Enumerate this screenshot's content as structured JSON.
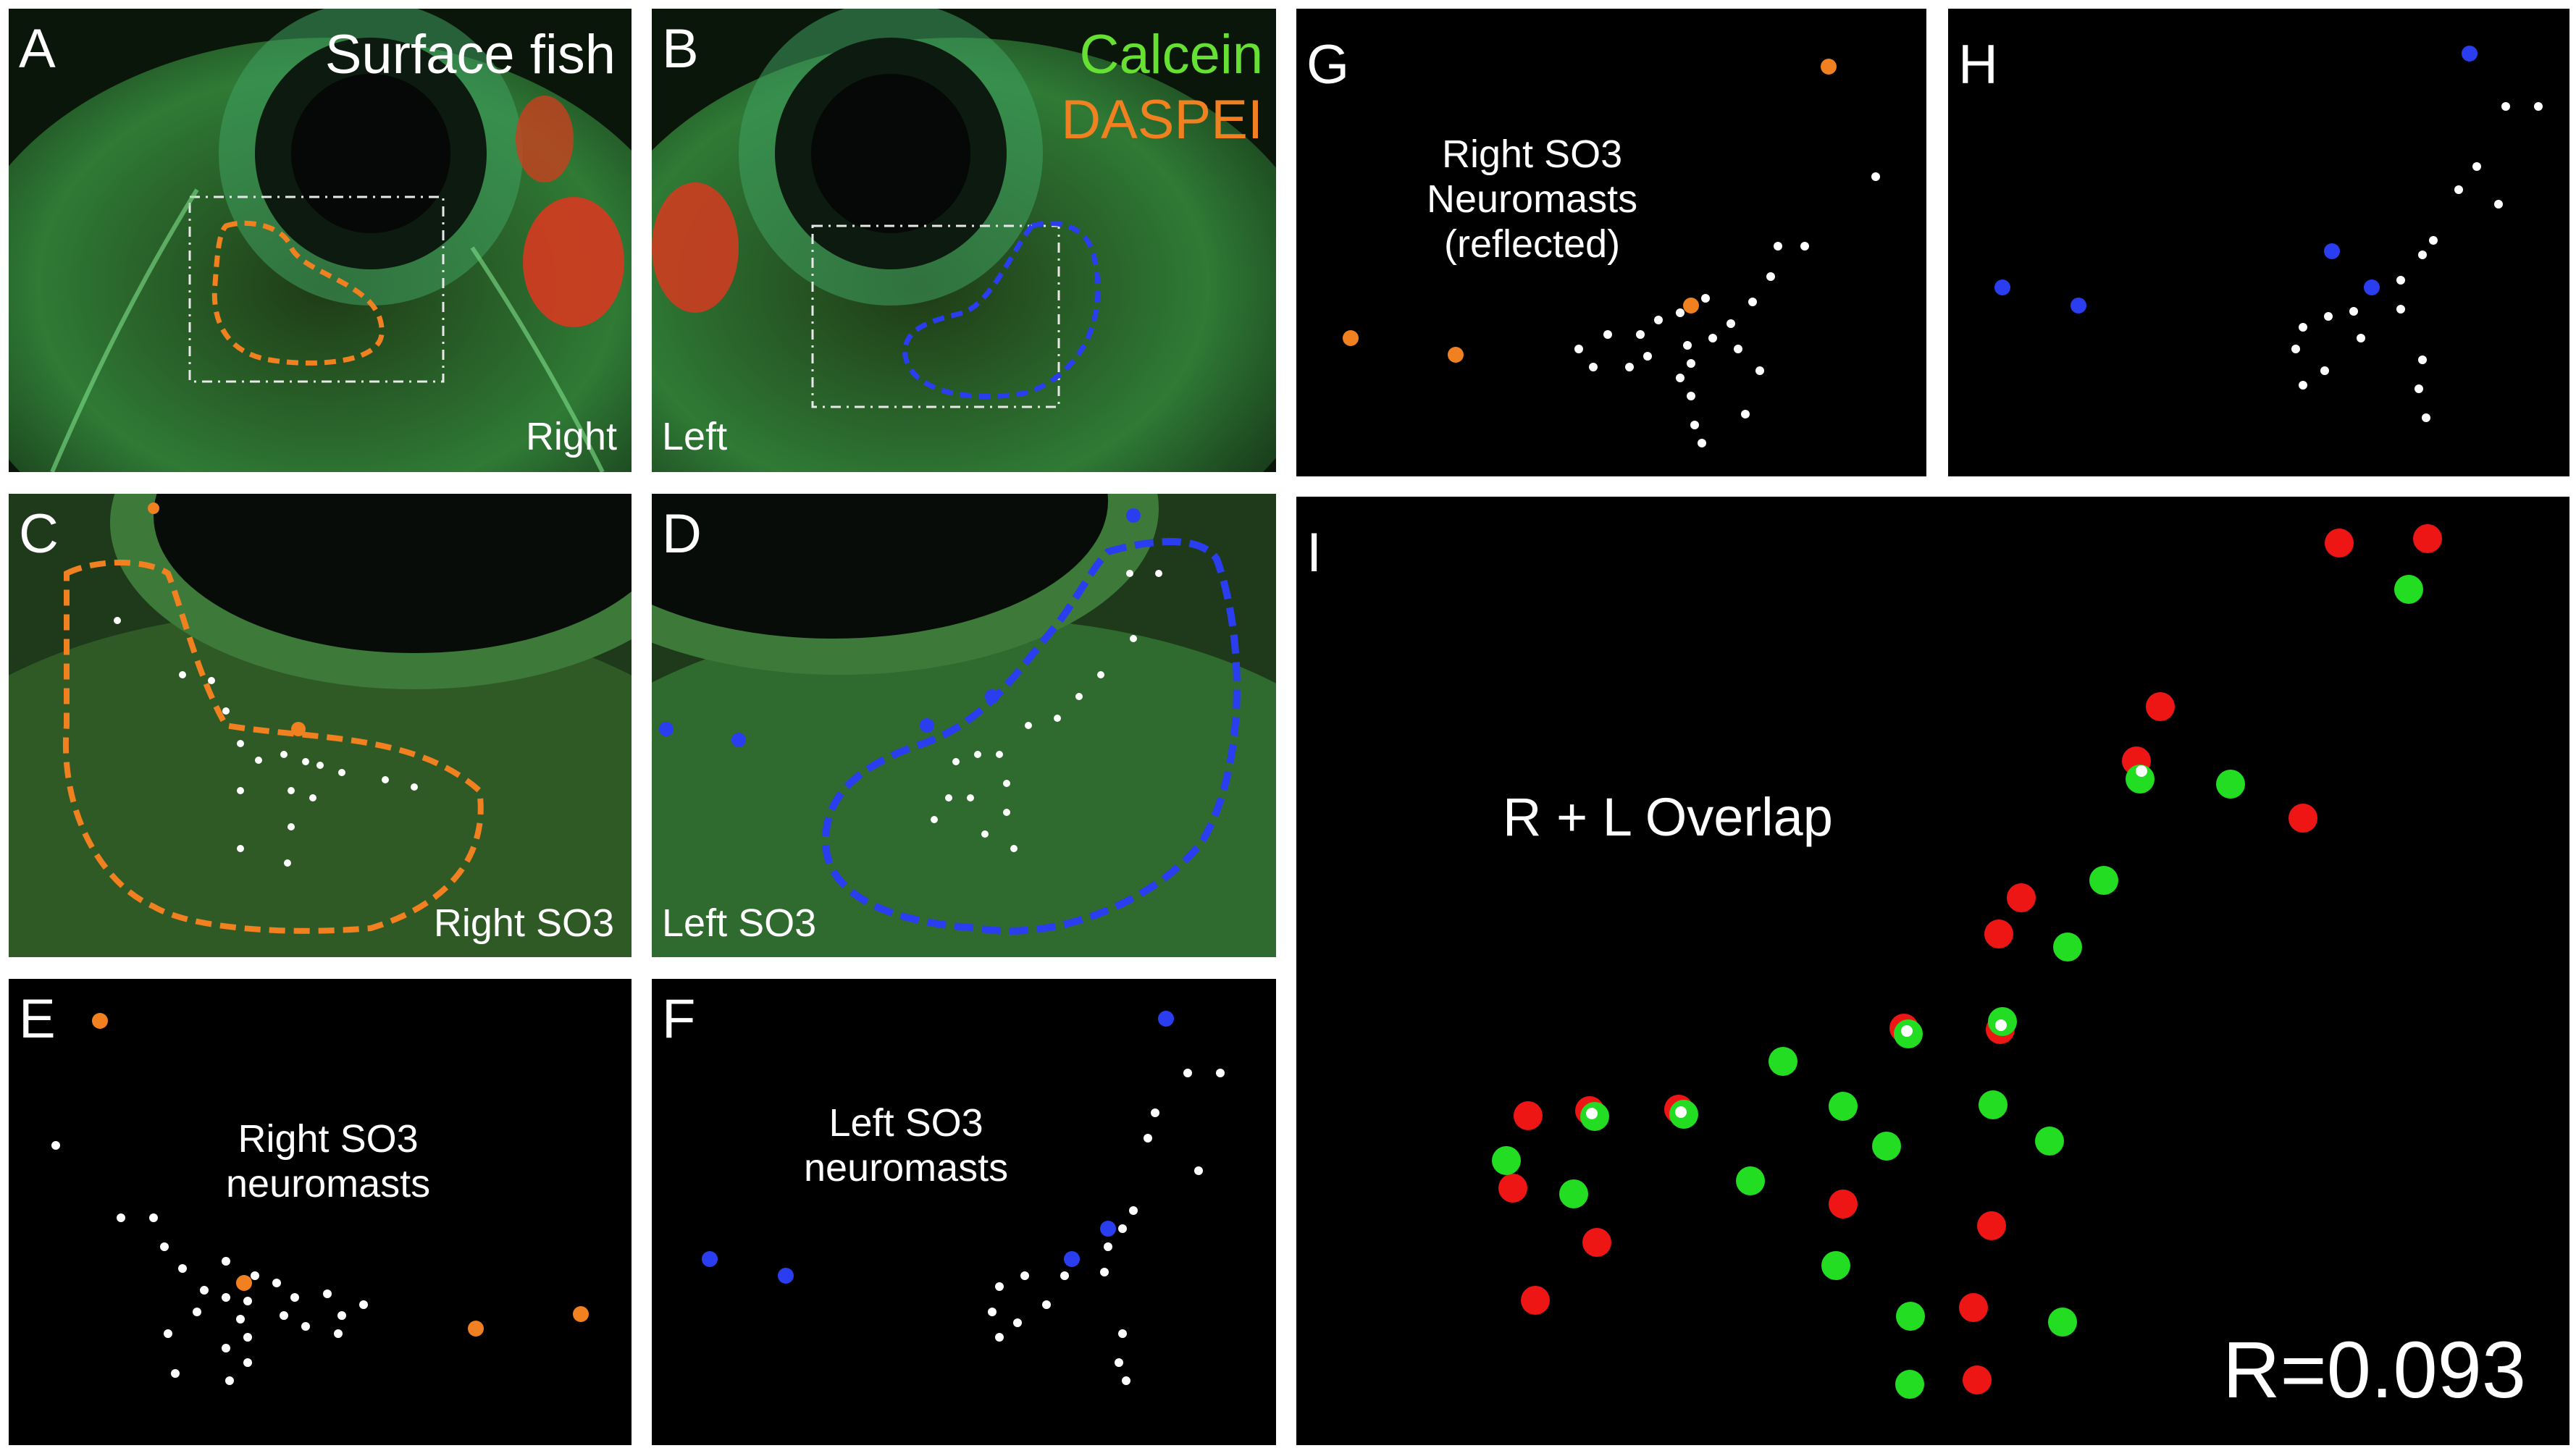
{
  "colors": {
    "calcein": "#66e033",
    "daspei": "#f08020",
    "left_marker": "#2a3ef0",
    "neuromast": "#ffffff",
    "overlap_right": "#ee1515",
    "overlap_left": "#22dd22"
  },
  "panels": {
    "A": {
      "letter": "A",
      "title": "Surface fish",
      "side": "Right"
    },
    "B": {
      "letter": "B",
      "legend_calcein": "Calcein",
      "legend_daspei": "DASPEI",
      "side": "Left"
    },
    "C": {
      "letter": "C",
      "label": "Right SO3"
    },
    "D": {
      "letter": "D",
      "label": "Left SO3"
    },
    "E": {
      "letter": "E",
      "caption_line1": "Right SO3",
      "caption_line2": "neuromasts"
    },
    "F": {
      "letter": "F",
      "caption_line1": "Left SO3",
      "caption_line2": "neuromasts"
    },
    "G": {
      "letter": "G",
      "caption_line1": "Right SO3",
      "caption_line2": "Neuromasts",
      "caption_line3": "(reflected)"
    },
    "H": {
      "letter": "H"
    },
    "I": {
      "letter": "I",
      "caption": "R + L Overlap",
      "stat": "R=0.093"
    }
  }
}
